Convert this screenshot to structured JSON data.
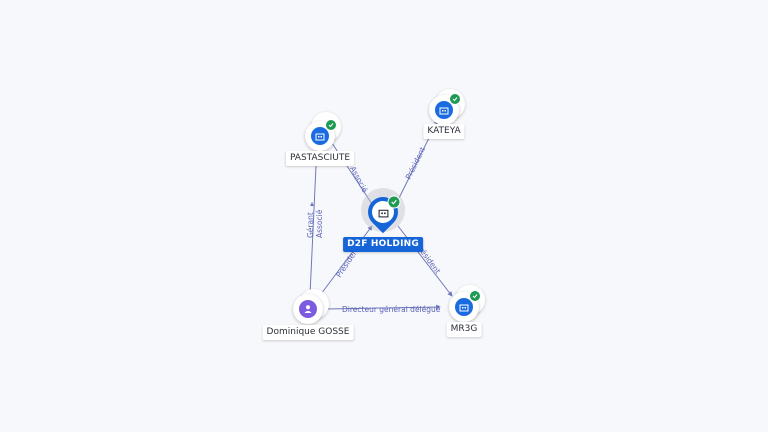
{
  "nodes": {
    "main": {
      "name": "D2F HOLDING",
      "icon": "building-icon"
    },
    "pastasciute": {
      "name": "PASTASCIUTE",
      "icon": "building-icon"
    },
    "kateya": {
      "name": "KATEYA",
      "icon": "building-icon"
    },
    "mr3g": {
      "name": "MR3G",
      "icon": "building-icon"
    },
    "person": {
      "name": "Dominique GOSSE",
      "icon": "person-icon"
    }
  },
  "edges": {
    "main_pastasciute": "Associé",
    "main_kateya": "Président",
    "main_mr3g": "Président",
    "person_main": "Président",
    "person_pastasciute_1": "Gérant",
    "person_pastasciute_2": "Associé",
    "person_mr3g": "Directeur général délégué"
  },
  "colors": {
    "company": "#1a6be0",
    "person": "#7b5ce0",
    "verified": "#1e9a55",
    "edge": "#6f79b8",
    "main_label": "#1565d8"
  }
}
